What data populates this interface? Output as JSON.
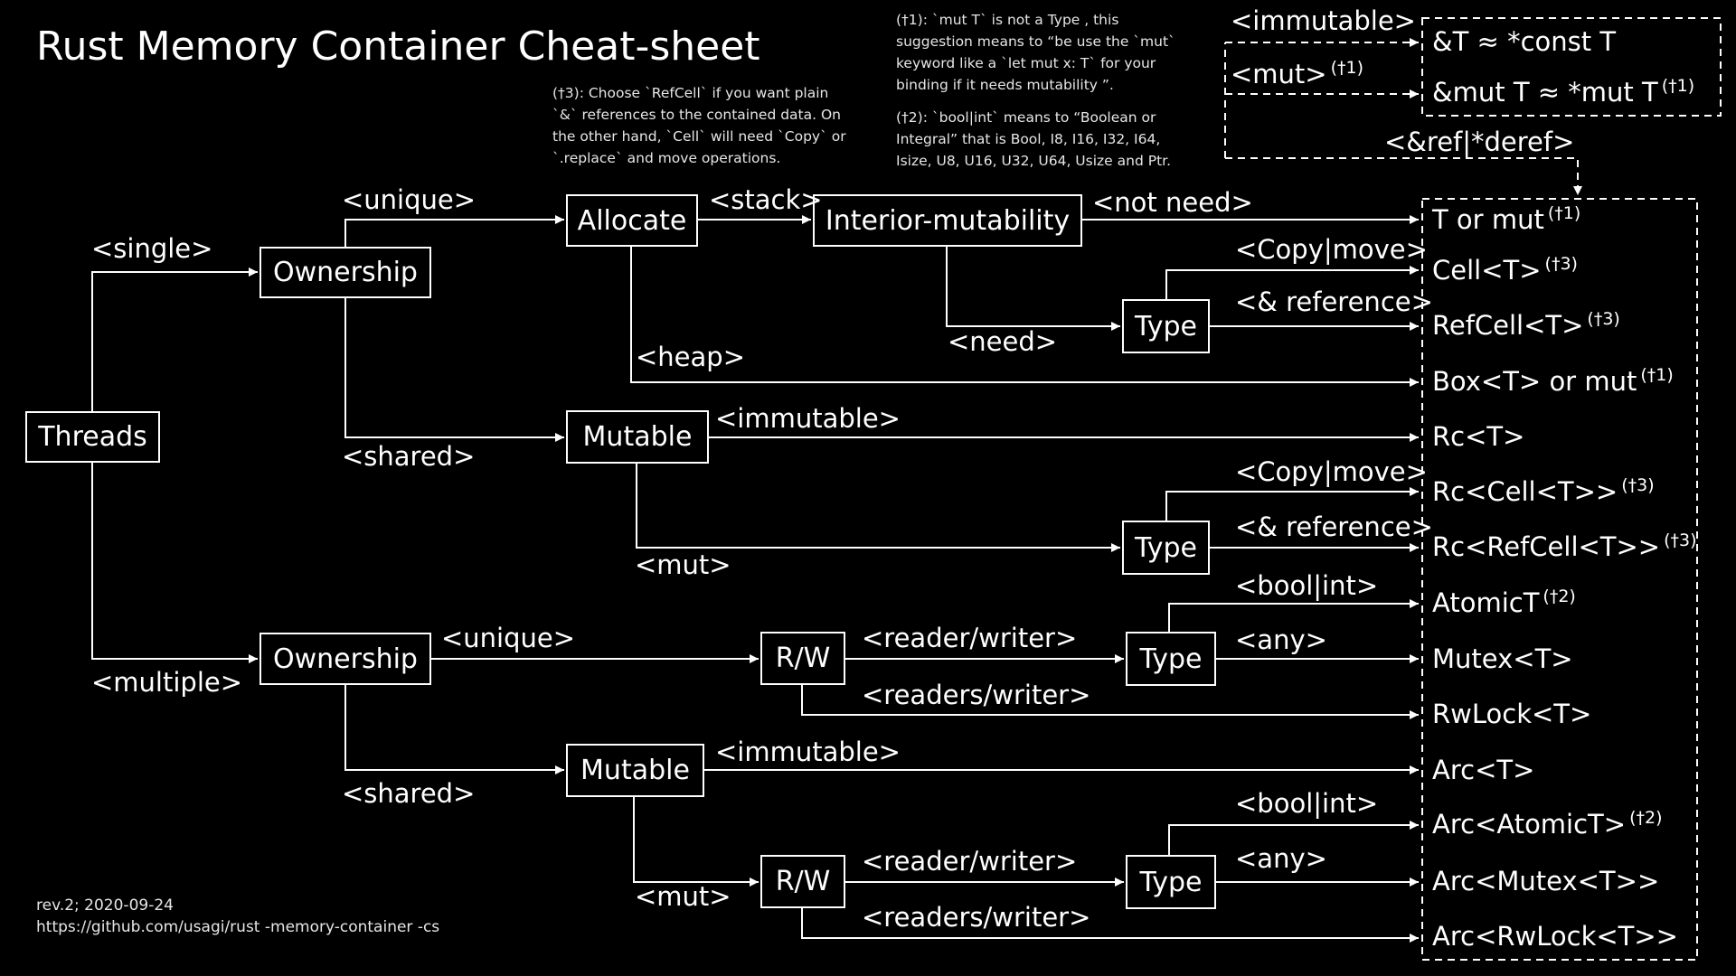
{
  "title": "Rust Memory Container Cheat-sheet",
  "notes": {
    "n1": [
      "(†1): `mut T` is not a Type , this",
      "suggestion means to “be use the `mut`",
      "keyword like a `let mut x: T` for your",
      "binding if it needs mutability ”."
    ],
    "n2": [
      "(†2): `bool|int` means to “Boolean or",
      "Integral” that is Bool, I8, I16, I32, I64,",
      "Isize, U8, U16, U32, U64, Usize and Ptr."
    ],
    "n3": [
      "(†3): Choose `RefCell` if you want plain",
      "`&` references to the contained data. On",
      "the other hand, `Cell` will need `Copy` or",
      "`.replace` and move operations."
    ]
  },
  "nodes": {
    "threads": "Threads",
    "ownership_single": "Ownership",
    "ownership_multiple": "Ownership",
    "allocate": "Allocate",
    "interior": "Interior-mutability",
    "type_interior": "Type",
    "mutable_single": "Mutable",
    "type_rc": "Type",
    "rw_unique": "R/W",
    "type_unique": "Type",
    "mutable_multiple": "Mutable",
    "rw_arc": "R/W",
    "type_arc": "Type"
  },
  "edge_labels": {
    "single": "<single>",
    "multiple": "<multiple>",
    "unique_single": "<unique>",
    "shared_single": "<shared>",
    "stack": "<stack>",
    "heap": "<heap>",
    "not_need": "<not need>",
    "need": "<need>",
    "copy_move_1": "<Copy|move>",
    "ref_1": "<& reference>",
    "immutable_rc": "<immutable>",
    "mut_rc": "<mut>",
    "copy_move_2": "<Copy|move>",
    "ref_2": "<& reference>",
    "unique_multiple": "<unique>",
    "shared_multiple": "<shared>",
    "reader_writer_1": "<reader/writer>",
    "readers_writer_1": "<readers/writer>",
    "bool_int_1": "<bool|int>",
    "any_1": "<any>",
    "immutable_arc": "<immutable>",
    "mut_arc": "<mut>",
    "reader_writer_2": "<reader/writer>",
    "readers_writer_2": "<readers/writer>",
    "bool_int_2": "<bool|int>",
    "any_2": "<any>",
    "immutable_top": "<immutable>",
    "mut_top": "<mut>",
    "mut_top_sup": "(†1)",
    "ref_deref": "<&ref|*deref>"
  },
  "top_results": [
    {
      "text": "&T ≈ *const T",
      "sup": ""
    },
    {
      "text": "&mut T ≈ *mut T",
      "sup": "(†1)"
    }
  ],
  "results": [
    {
      "text": "T or mut",
      "sup": "(†1)"
    },
    {
      "text": "Cell<T>",
      "sup": "(†3)"
    },
    {
      "text": "RefCell<T>",
      "sup": "(†3)"
    },
    {
      "text": "Box<T> or mut",
      "sup": "(†1)"
    },
    {
      "text": "Rc<T>",
      "sup": ""
    },
    {
      "text": "Rc<Cell<T>>",
      "sup": "(†3)"
    },
    {
      "text": "Rc<RefCell<T>>",
      "sup": "(†3)"
    },
    {
      "text": "AtomicT",
      "sup": "(†2)"
    },
    {
      "text": "Mutex<T>",
      "sup": ""
    },
    {
      "text": "RwLock<T>",
      "sup": ""
    },
    {
      "text": "Arc<T>",
      "sup": ""
    },
    {
      "text": "Arc<AtomicT>",
      "sup": "(†2)"
    },
    {
      "text": "Arc<Mutex<T>>",
      "sup": ""
    },
    {
      "text": "Arc<RwLock<T>>",
      "sup": ""
    }
  ],
  "footer": {
    "rev": "rev.2; 2020-09-24",
    "url": "https://github.com/usagi/rust -memory-container -cs"
  }
}
